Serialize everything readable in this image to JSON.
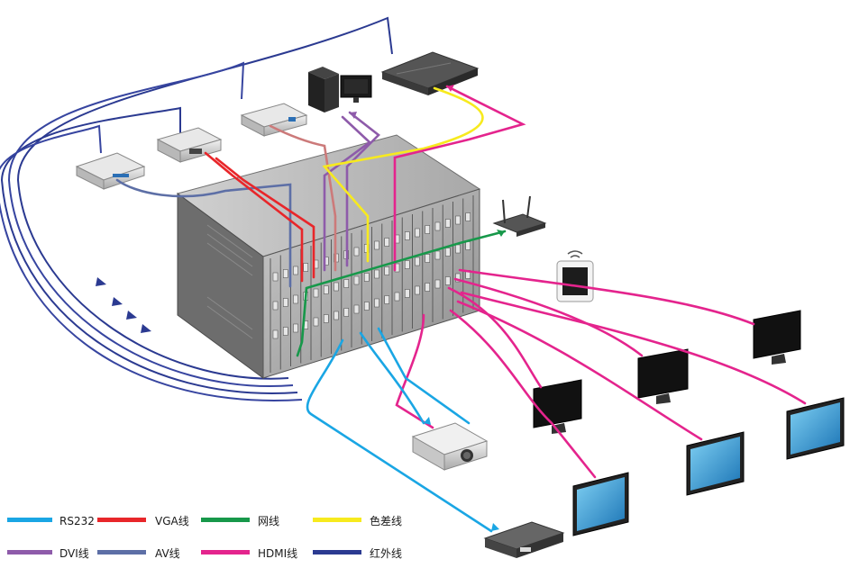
{
  "legend": [
    {
      "key": "rs232",
      "label": "RS232",
      "color": "#1AA6E4"
    },
    {
      "key": "vga",
      "label": "VGA线",
      "color": "#E8262A"
    },
    {
      "key": "net",
      "label": "网线",
      "color": "#17984A"
    },
    {
      "key": "ypbpr",
      "label": "色差线",
      "color": "#F7EA1E"
    },
    {
      "key": "dvi",
      "label": "DVI线",
      "color": "#8E5BAA"
    },
    {
      "key": "av",
      "label": "AV线",
      "color": "#5D6FA6"
    },
    {
      "key": "hdmi",
      "label": "HDMI线",
      "color": "#E4248D"
    },
    {
      "key": "ir",
      "label": "红外线",
      "color": "#2B3A91"
    }
  ],
  "colors": {
    "rs232": "#1AA6E4",
    "vga": "#E8262A",
    "net": "#17984A",
    "ypbpr": "#F7EA1E",
    "dvi": "#8E5BAA",
    "av": "#5D6FA6",
    "hdmi": "#E4248D",
    "ir": "#2B3A91",
    "tv_wire": "#CC7A7A"
  }
}
